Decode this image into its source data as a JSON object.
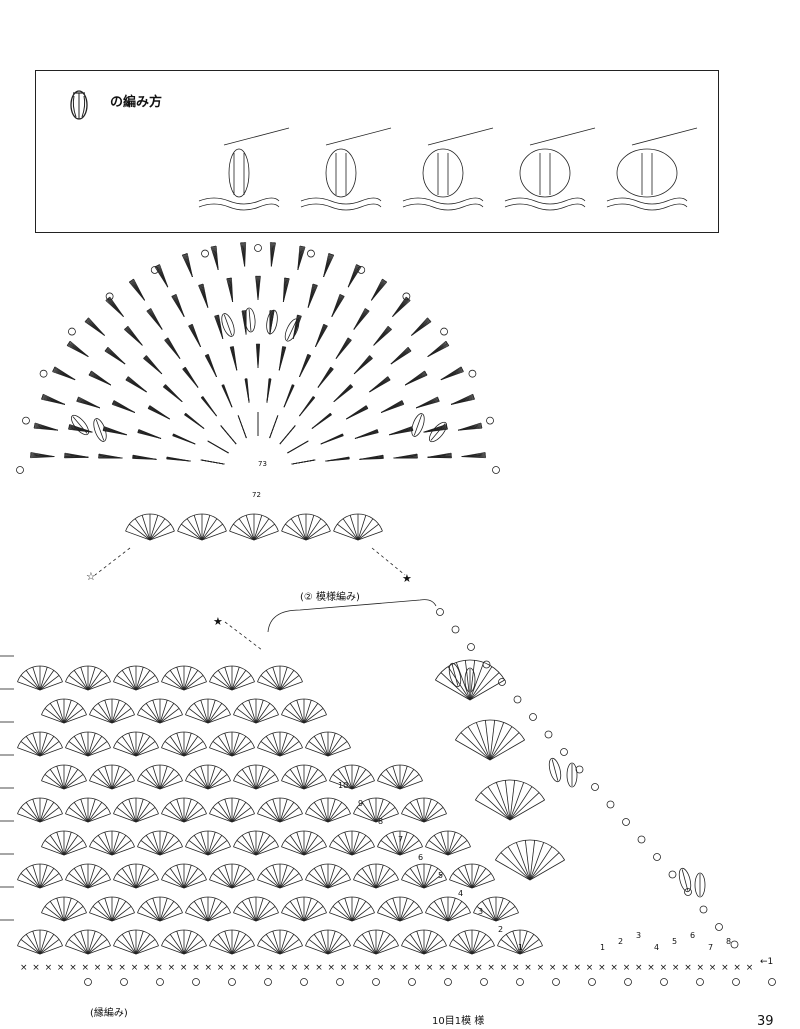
{
  "stitch_box": {
    "title": "の編み方",
    "icon": "bobble-stitch-icon",
    "steps": [
      "step-1",
      "step-2",
      "step-3",
      "step-4",
      "step-5"
    ]
  },
  "chart": {
    "label_pattern": "(② 模様編み)",
    "label_edging": "(縁編み)",
    "label_repeat": "10目1模 様",
    "motif_row_labels": [
      "73",
      "72"
    ],
    "row_numbers": [
      "1",
      "2",
      "3",
      "4",
      "5",
      "6",
      "7",
      "8",
      "9",
      "10"
    ],
    "edge_row_numbers": [
      "1",
      "2",
      "3",
      "4",
      "5",
      "6",
      "7",
      "8"
    ],
    "end_marker": "1"
  },
  "page_number": "39"
}
